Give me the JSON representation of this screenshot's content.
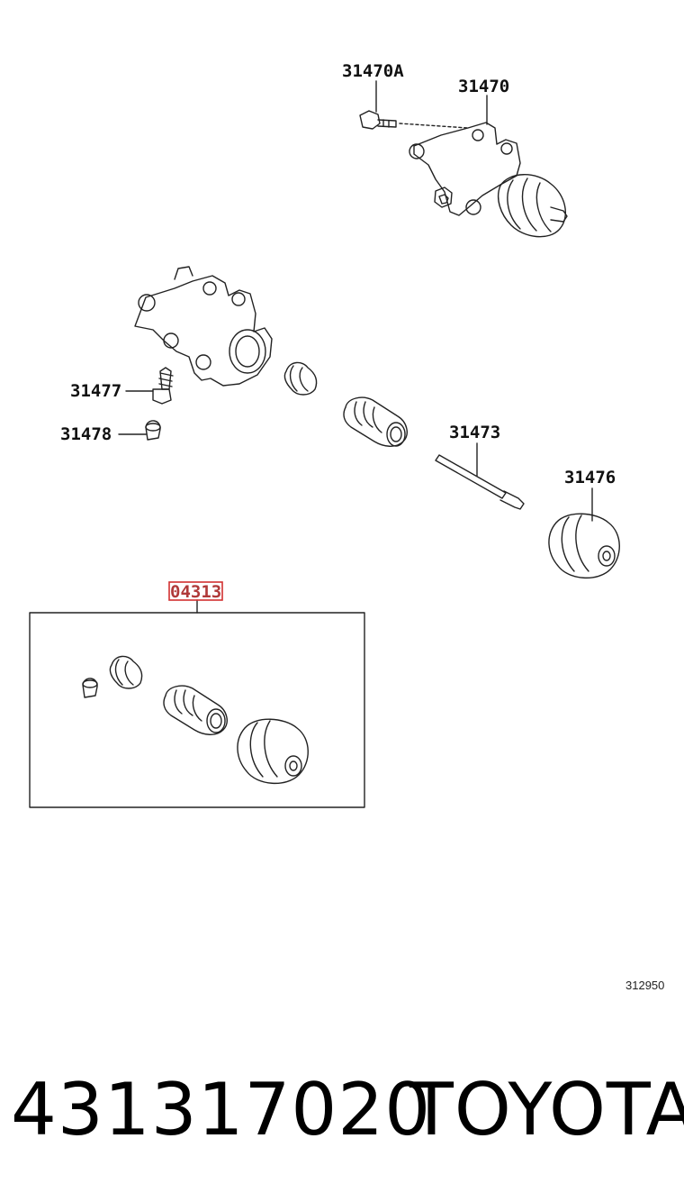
{
  "diagram": {
    "callouts": [
      "31470A",
      "31470",
      "31477",
      "31478",
      "31473",
      "31476",
      "04313"
    ],
    "highlighted_callout": "04313",
    "figure_number": "312950"
  },
  "footer": {
    "part_number": "431317020",
    "brand": "TOYOTA"
  },
  "colors": {
    "line": "#222222",
    "highlight": "#d23030"
  }
}
